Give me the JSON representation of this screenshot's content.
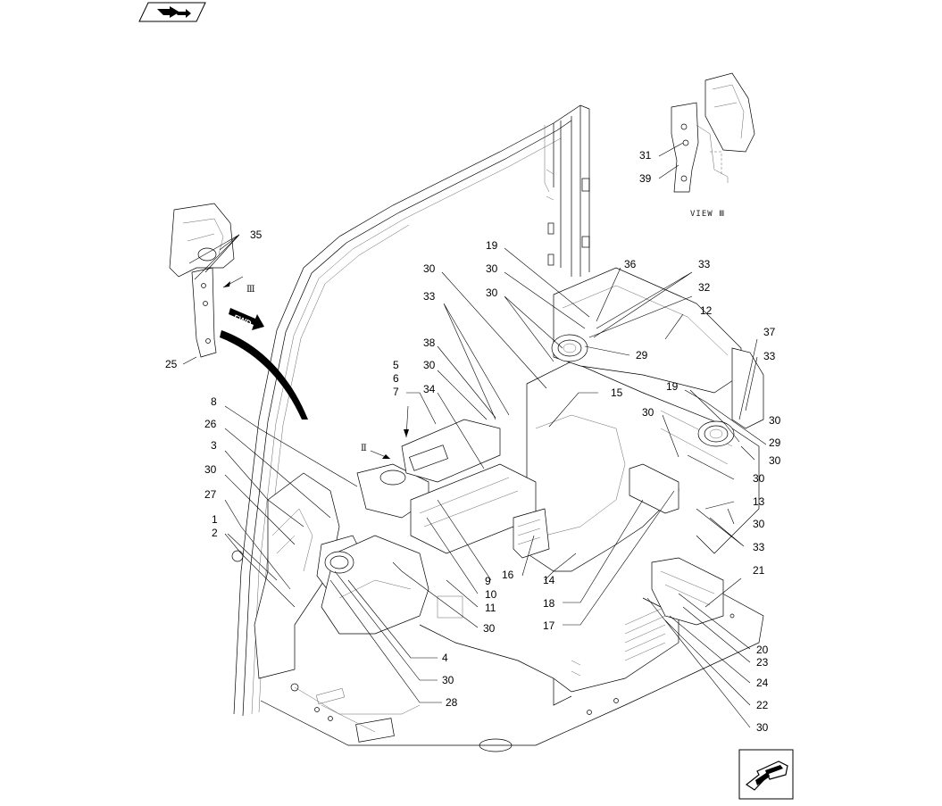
{
  "nav": {
    "prev_icon": "arrow-turn-icon",
    "next_icon": "arrow-down-left-icon"
  },
  "labels": {
    "view": "VIEW Ⅲ",
    "view_mark_upper": "Ⅲ",
    "view_mark_lower": "Ⅱ",
    "fwd": "FWD"
  },
  "callouts": [
    {
      "text": "35"
    },
    {
      "text": "25"
    },
    {
      "text": "8"
    },
    {
      "text": "26"
    },
    {
      "text": "3"
    },
    {
      "text": "30"
    },
    {
      "text": "27"
    },
    {
      "text": "1"
    },
    {
      "text": "2"
    },
    {
      "text": "5"
    },
    {
      "text": "6"
    },
    {
      "text": "7"
    },
    {
      "text": "30"
    },
    {
      "text": "34"
    },
    {
      "text": "38"
    },
    {
      "text": "33"
    },
    {
      "text": "30"
    },
    {
      "text": "19"
    },
    {
      "text": "30"
    },
    {
      "text": "30"
    },
    {
      "text": "36"
    },
    {
      "text": "33"
    },
    {
      "text": "32"
    },
    {
      "text": "12"
    },
    {
      "text": "29"
    },
    {
      "text": "15"
    },
    {
      "text": "37"
    },
    {
      "text": "33"
    },
    {
      "text": "19"
    },
    {
      "text": "30"
    },
    {
      "text": "30"
    },
    {
      "text": "29"
    },
    {
      "text": "30"
    },
    {
      "text": "30"
    },
    {
      "text": "13"
    },
    {
      "text": "30"
    },
    {
      "text": "33"
    },
    {
      "text": "21"
    },
    {
      "text": "16"
    },
    {
      "text": "14"
    },
    {
      "text": "9"
    },
    {
      "text": "10"
    },
    {
      "text": "11"
    },
    {
      "text": "18"
    },
    {
      "text": "17"
    },
    {
      "text": "30"
    },
    {
      "text": "4"
    },
    {
      "text": "30"
    },
    {
      "text": "28"
    },
    {
      "text": "20"
    },
    {
      "text": "23"
    },
    {
      "text": "24"
    },
    {
      "text": "22"
    },
    {
      "text": "30"
    },
    {
      "text": "31"
    },
    {
      "text": "39"
    }
  ]
}
